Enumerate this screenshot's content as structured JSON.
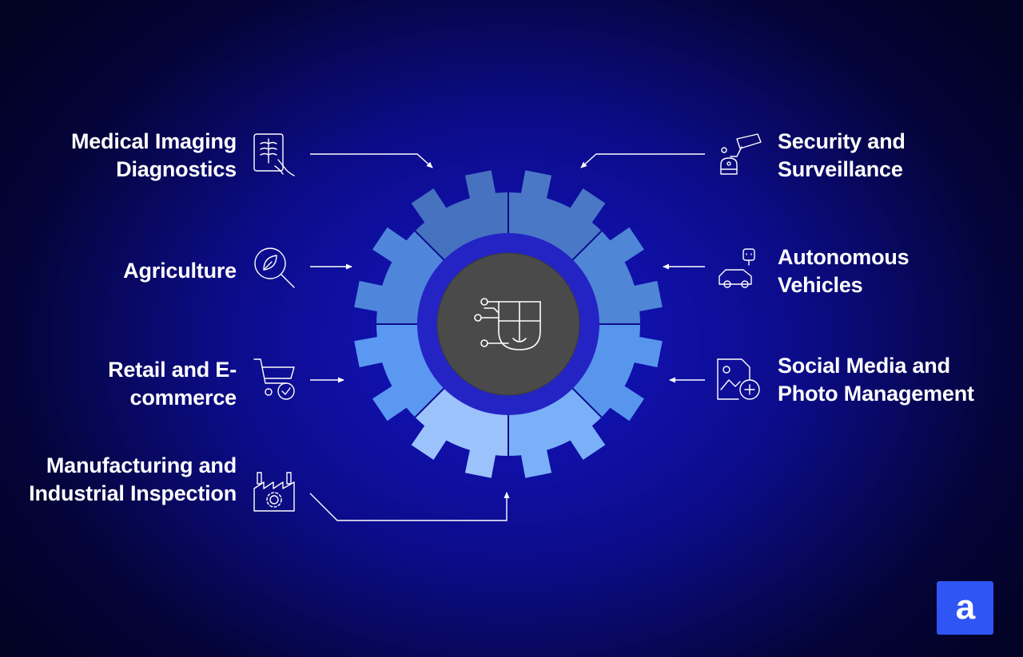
{
  "colors": {
    "background": "#0c0c8a",
    "gear_segments": [
      "#4a78c6",
      "#4f86d6",
      "#5896ee",
      "#7ab0f8",
      "#9cc2fc",
      "#5a98f2",
      "#4f86dc",
      "#4672c0"
    ],
    "gear_ring": "#2424c4",
    "gear_center": "#4a4a4a",
    "logo_background": "#2f56f4"
  },
  "center_icon": "ai-brain-circuit-icon",
  "applications": [
    {
      "id": "medical-imaging",
      "lines": [
        "Medical Imaging",
        "Diagnostics"
      ],
      "icon": "xray-scan-icon",
      "side": "left"
    },
    {
      "id": "agriculture",
      "lines": [
        "Agriculture"
      ],
      "icon": "leaf-magnifier-icon",
      "side": "left"
    },
    {
      "id": "retail",
      "lines": [
        "Retail and E-",
        "commerce"
      ],
      "icon": "shopping-cart-check-icon",
      "side": "left"
    },
    {
      "id": "manufacturing",
      "lines": [
        "Manufacturing and",
        "Industrial Inspection"
      ],
      "icon": "factory-gear-icon",
      "side": "left"
    },
    {
      "id": "security",
      "lines": [
        "Security and",
        "Surveillance"
      ],
      "icon": "security-camera-icon",
      "side": "right"
    },
    {
      "id": "autonomous",
      "lines": [
        "Autonomous",
        "Vehicles"
      ],
      "icon": "robot-car-icon",
      "side": "right"
    },
    {
      "id": "social-media",
      "lines": [
        "Social Media and",
        "Photo Management"
      ],
      "icon": "photo-add-icon",
      "side": "right"
    }
  ],
  "logo": {
    "text": "a",
    "icon": "brand-logo-icon"
  }
}
